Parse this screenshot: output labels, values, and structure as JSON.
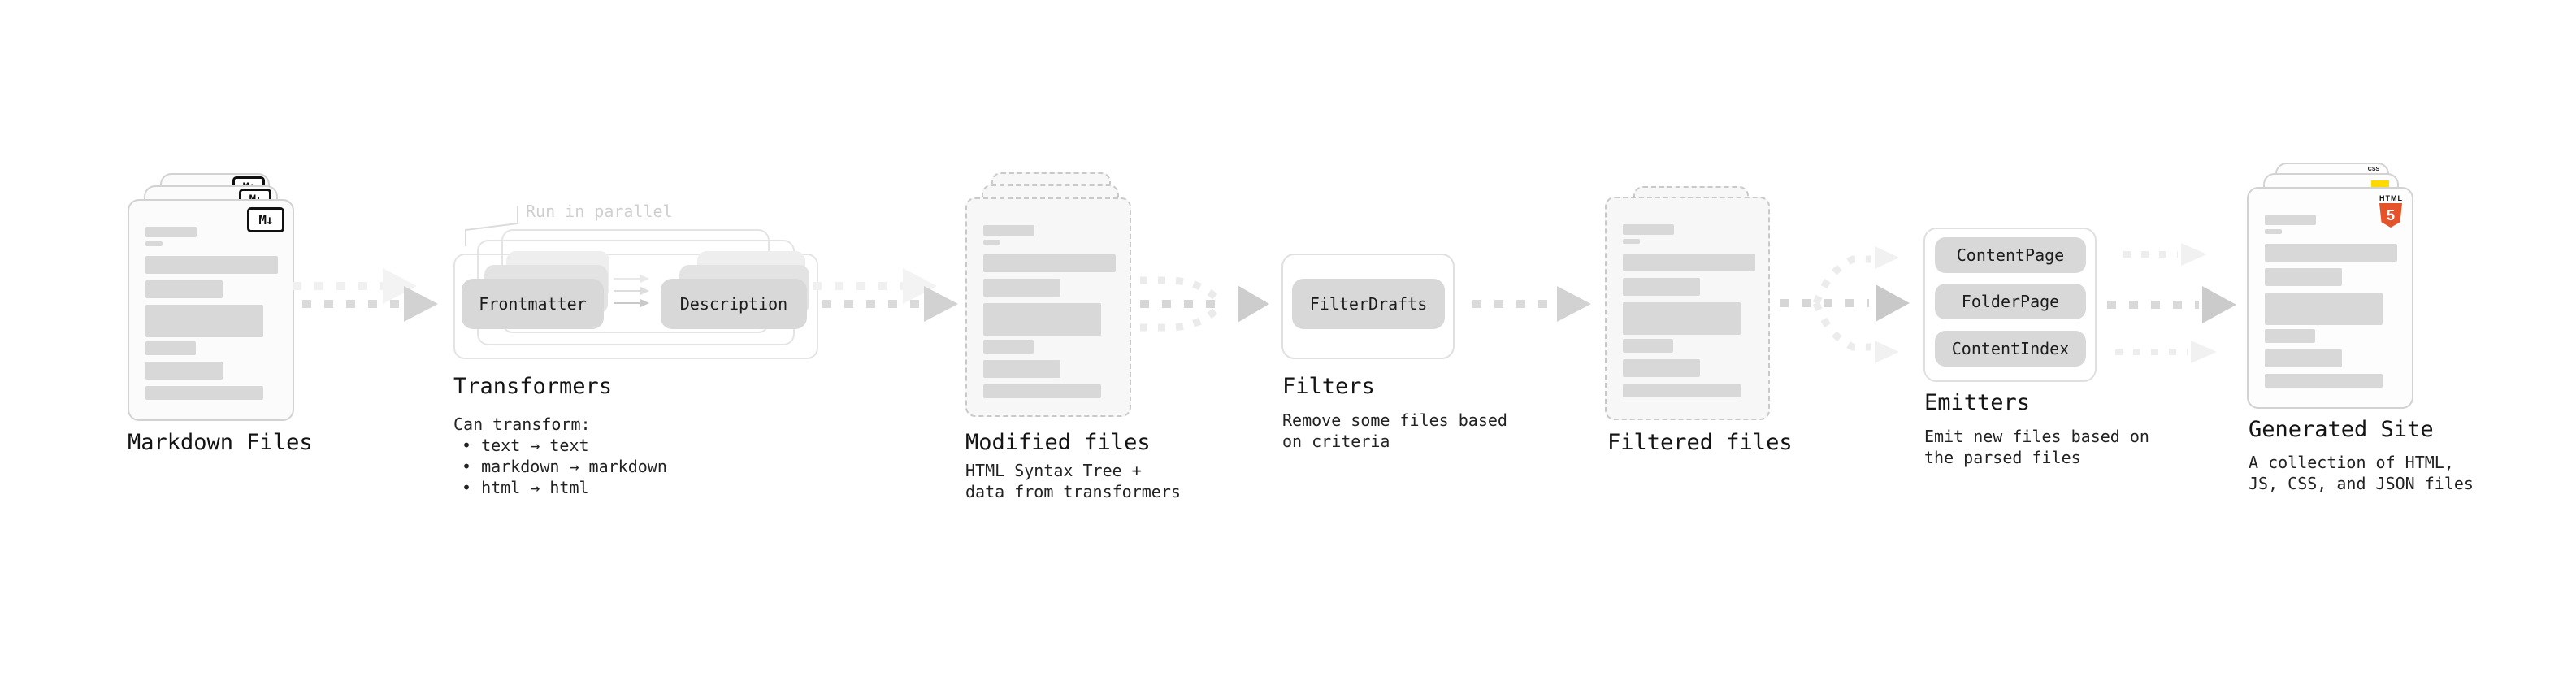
{
  "palette": {
    "accent_html5_orange": "#e5532a",
    "accent_js_yellow": "#ffd900",
    "accent_css_blue": "#2f6df1"
  },
  "stages": {
    "markdown_files": {
      "title": "Markdown Files",
      "badge": "M↓"
    },
    "transformers": {
      "title": "Transformers",
      "annotation": "Run in parallel",
      "input_pill": "Frontmatter",
      "output_pill": "Description",
      "desc_heading": "Can transform:",
      "bullets": [
        "• text → text",
        "• markdown → markdown",
        "• html → html"
      ]
    },
    "modified_files": {
      "title": "Modified files",
      "desc_line1": "HTML Syntax Tree +",
      "desc_line2": "data from transformers"
    },
    "filters": {
      "title": "Filters",
      "pill": "FilterDrafts",
      "desc_line1": "Remove some files based",
      "desc_line2": "on criteria"
    },
    "filtered_files": {
      "title": "Filtered files"
    },
    "emitters": {
      "title": "Emitters",
      "pills": [
        "ContentPage",
        "FolderPage",
        "ContentIndex"
      ],
      "desc_line1": "Emit new files based on",
      "desc_line2": "the parsed files"
    },
    "generated_site": {
      "title": "Generated Site",
      "desc_line1": "A collection of HTML,",
      "desc_line2": "JS, CSS, and JSON files",
      "badge_css": "CSS",
      "badge_html": "HTML",
      "badge_html_number": "5"
    }
  }
}
